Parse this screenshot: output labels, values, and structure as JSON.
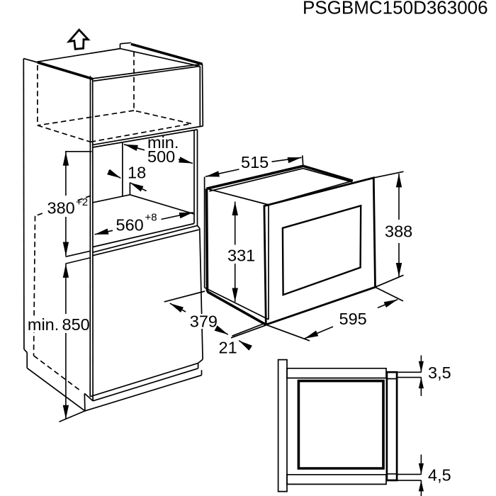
{
  "title": "PSGBMC150D363006",
  "cabinet": {
    "niche_depth_prefix": "min.",
    "niche_depth": "500",
    "panel_thickness": "18",
    "niche_width": "560",
    "niche_width_tol": "+8",
    "niche_height": "380",
    "niche_height_tol": "+2",
    "floor_clearance_prefix": "min.",
    "floor_clearance": "850"
  },
  "oven": {
    "top_width": "515",
    "front_height": "331",
    "total_height": "388",
    "depth": "379",
    "frame_overhang": "21",
    "front_width": "595"
  },
  "section": {
    "top_overlap": "3,5",
    "bottom_overlap": "4,5"
  },
  "colors": {
    "ink": "#000000",
    "background": "#ffffff"
  }
}
